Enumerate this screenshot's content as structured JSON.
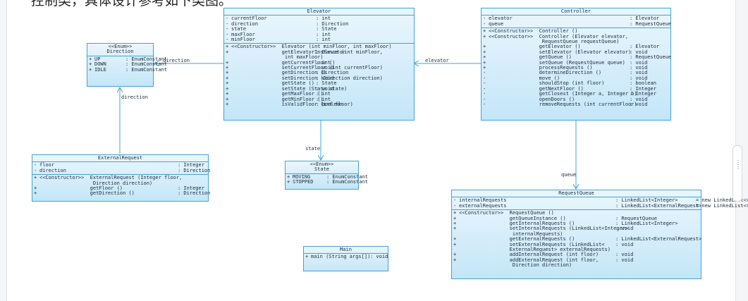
{
  "heading": "控制类，具体设计参考如下类图。",
  "classes": {
    "elevator": {
      "name": "Elevator",
      "attrs": [
        [
          "-",
          "currentFloor",
          "int"
        ],
        [
          "-",
          "direction",
          "Direction"
        ],
        [
          "-",
          "state",
          "State"
        ],
        [
          "-",
          "maxFloor",
          "int"
        ],
        [
          "-",
          "minFloor",
          "int"
        ]
      ],
      "ops": [
        [
          "+",
          "<<Constructor>>  Elevator (int minFloor, int maxFloor)",
          ""
        ],
        [
          "+",
          "                 getElevatorInstance (int minFloor,",
          "Elevator"
        ],
        [
          "",
          "                  int maxFloor)",
          ""
        ],
        [
          "+",
          "                 getCurrentFloor ()",
          "int"
        ],
        [
          "+",
          "                 setCurrentFloor (int currentFloor)",
          "void"
        ],
        [
          "+",
          "                 getDirection ()",
          "Direction"
        ],
        [
          "+",
          "                 setDirection (Direction direction)",
          "void"
        ],
        [
          "+",
          "                 getState ()",
          "State"
        ],
        [
          "+",
          "                 setState (State state)",
          "void"
        ],
        [
          "+",
          "                 getMaxFloor ()",
          "int"
        ],
        [
          "+",
          "                 getMinFloor ()",
          "int"
        ],
        [
          "+",
          "                 isValidFloor (int floor)",
          "boolean"
        ]
      ]
    },
    "controller": {
      "name": "Controller",
      "attrs": [
        [
          "-",
          "elevator",
          "Elevator"
        ],
        [
          "-",
          "queue",
          "RequestQueue"
        ]
      ],
      "ops": [
        [
          "+",
          "<<Constructor>>  Controller ()",
          ""
        ],
        [
          "+",
          "<<Constructor>>  Controller (Elevator elevator,",
          ""
        ],
        [
          "",
          "                  RequestQueue requestQueue)",
          ""
        ],
        [
          "+",
          "                 getElevator ()",
          "Elevator"
        ],
        [
          "+",
          "                 setElevator (Elevator elevator)",
          "void"
        ],
        [
          "+",
          "                 getQueue ()",
          "RequestQueue"
        ],
        [
          "+",
          "                 setQueue (RequestQueue queue)",
          "void"
        ],
        [
          "+",
          "                 processRequests ()",
          "void"
        ],
        [
          "-",
          "                 determineDirection ()",
          "void"
        ],
        [
          "-",
          "                 move ()",
          "void"
        ],
        [
          "-",
          "                 shouldStop (int floor)",
          "boolean"
        ],
        [
          "-",
          "                 getNextFloor ()",
          "Integer"
        ],
        [
          "-",
          "                 getClosest (Integer a, Integer b)",
          "Integer"
        ],
        [
          "-",
          "                 openDoors ()",
          "void"
        ],
        [
          "-",
          "                 removeRequests (int currentFloor)",
          "void"
        ]
      ]
    },
    "direction": {
      "stereotype": "<<Enum>>",
      "name": "Direction",
      "attrs": [
        [
          "+",
          "UP",
          "EnumConstant"
        ],
        [
          "+",
          "DOWN",
          "EnumConstant"
        ],
        [
          "+",
          "IDLE",
          "EnumConstant"
        ]
      ]
    },
    "state": {
      "stereotype": "<<Enum>>",
      "name": "State",
      "attrs": [
        [
          "+",
          "MOVING",
          "EnumConstant"
        ],
        [
          "+",
          "STOPPED",
          "EnumConstant"
        ]
      ]
    },
    "external": {
      "name": "ExternalRequest",
      "attrs": [
        [
          "-",
          "floor",
          "Integer"
        ],
        [
          "-",
          "direction",
          "Direction"
        ]
      ],
      "ops": [
        [
          "+",
          "<<Constructor>>  ExternalRequest (Integer floor,",
          ""
        ],
        [
          "",
          "                  Direction direction)",
          ""
        ],
        [
          "+",
          "                 getFloor ()",
          "Integer"
        ],
        [
          "+",
          "                 getDirection ()",
          "Direction"
        ]
      ]
    },
    "main": {
      "name": "Main",
      "ops": [
        [
          "+",
          "main (String args[])",
          "void"
        ]
      ]
    },
    "requestqueue": {
      "name": "RequestQueue",
      "attrs": [
        [
          "-",
          "internalRequests",
          "LinkedList<Integer>",
          "= new LinkedList<>()"
        ],
        [
          "-",
          "externalRequests",
          "LinkedList<ExternalRequest>",
          "= new LinkedList<>()"
        ]
      ],
      "ops": [
        [
          "+",
          "<<Constructor>>  RequestQueue ()",
          ""
        ],
        [
          "+",
          "                 getQueueInstance ()",
          "RequestQueue"
        ],
        [
          "+",
          "                 getInternalRequests ()",
          "LinkedList<Integer>"
        ],
        [
          "+",
          "                 setInternalRequests (LinkedList<Integer>",
          "void"
        ],
        [
          "",
          "                  internalRequests)",
          ""
        ],
        [
          "+",
          "                 getExternalRequests ()",
          "LinkedList<ExternalRequest>"
        ],
        [
          "+",
          "                 setExternalRequests (LinkedList<",
          "void"
        ],
        [
          "",
          "                 ExternalRequest> externalRequests)",
          ""
        ],
        [
          "+",
          "                 addInternalRequest (int floor)",
          "void"
        ],
        [
          "+",
          "                 addExternalRequest (int floor,",
          "void"
        ],
        [
          "",
          "                  Direction direction)",
          ""
        ]
      ]
    }
  },
  "associations": {
    "elevator_direction": "direction",
    "controller_elevator": "elevator",
    "elevator_state": "state",
    "controller_queue": "queue",
    "external_direction": "direction"
  }
}
